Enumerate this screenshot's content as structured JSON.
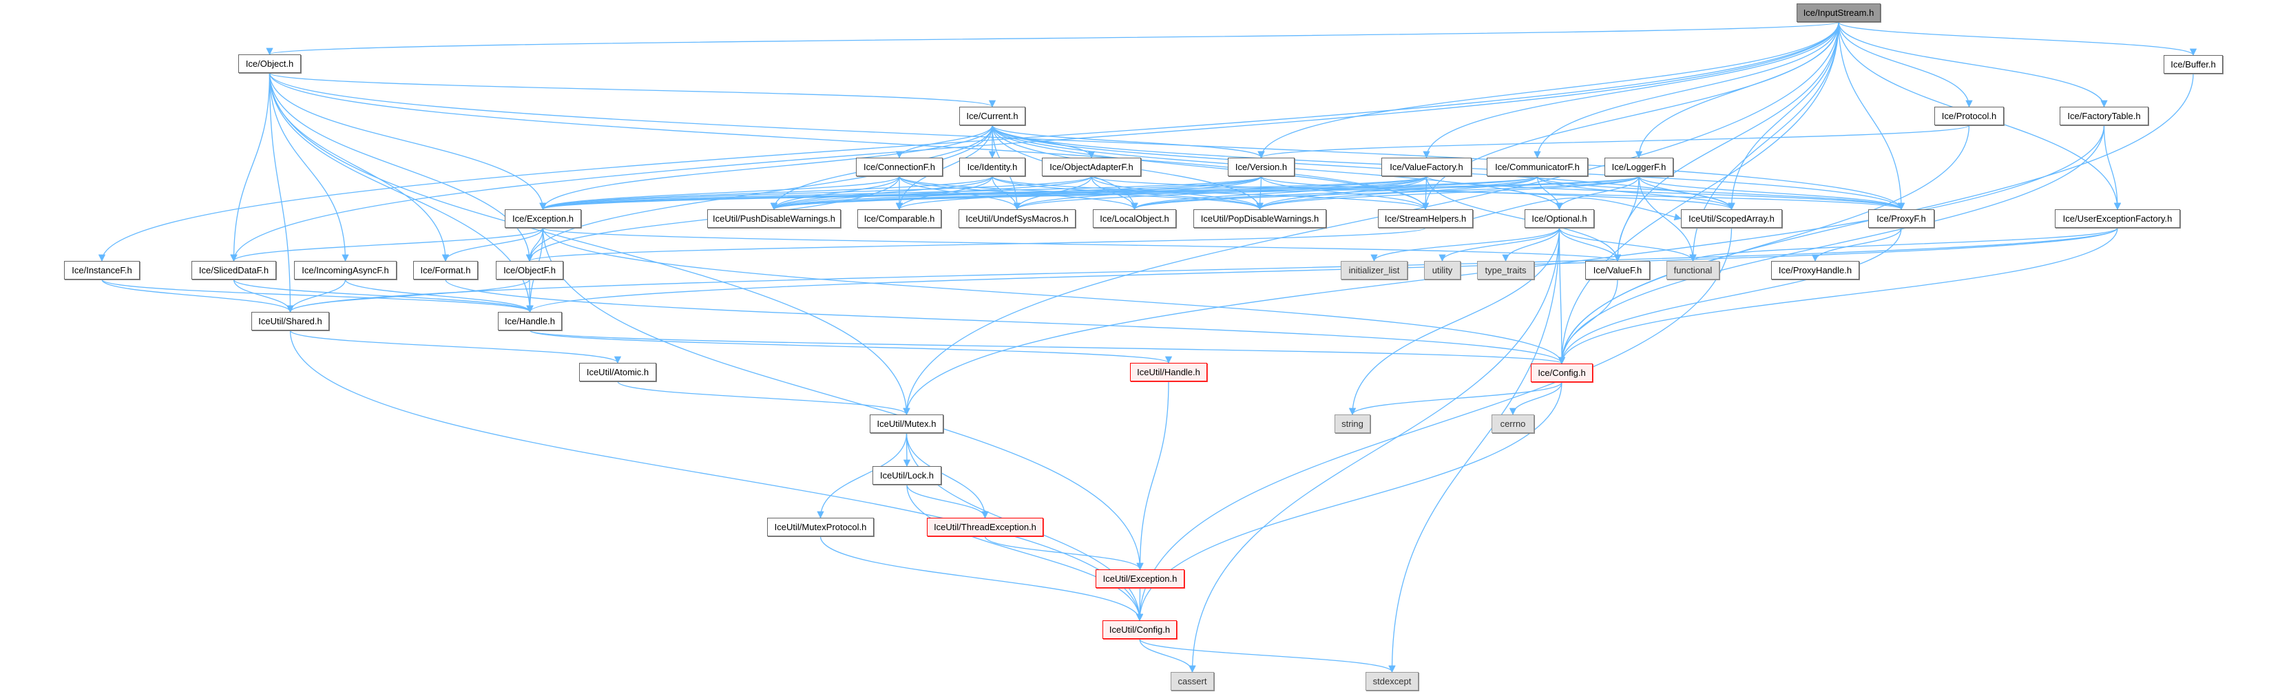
{
  "colors": {
    "edge": "#63B8FF",
    "root_fill": "#999999",
    "red_border": "#FF0000",
    "red_fill": "#FFF0F0",
    "system_fill": "#E0E0E0"
  },
  "nodes": [
    {
      "id": "root",
      "label": "Ice/InputStream.h",
      "kind": "root"
    },
    {
      "id": "object",
      "label": "Ice/Object.h",
      "kind": "normal"
    },
    {
      "id": "current",
      "label": "Ice/Current.h",
      "kind": "normal"
    },
    {
      "id": "protocol",
      "label": "Ice/Protocol.h",
      "kind": "normal"
    },
    {
      "id": "factorytable",
      "label": "Ice/FactoryTable.h",
      "kind": "normal"
    },
    {
      "id": "buffer",
      "label": "Ice/Buffer.h",
      "kind": "normal"
    },
    {
      "id": "connectionf",
      "label": "Ice/ConnectionF.h",
      "kind": "normal"
    },
    {
      "id": "identity",
      "label": "Ice/Identity.h",
      "kind": "normal"
    },
    {
      "id": "objectadapterf",
      "label": "Ice/ObjectAdapterF.h",
      "kind": "normal"
    },
    {
      "id": "version",
      "label": "Ice/Version.h",
      "kind": "normal"
    },
    {
      "id": "valuefactory",
      "label": "Ice/ValueFactory.h",
      "kind": "normal"
    },
    {
      "id": "communicatorf",
      "label": "Ice/CommunicatorF.h",
      "kind": "normal"
    },
    {
      "id": "loggerf",
      "label": "Ice/LoggerF.h",
      "kind": "normal"
    },
    {
      "id": "exception",
      "label": "Ice/Exception.h",
      "kind": "normal"
    },
    {
      "id": "pushdisable",
      "label": "IceUtil/PushDisableWarnings.h",
      "kind": "normal"
    },
    {
      "id": "comparable",
      "label": "Ice/Comparable.h",
      "kind": "normal"
    },
    {
      "id": "undefsys",
      "label": "IceUtil/UndefSysMacros.h",
      "kind": "normal"
    },
    {
      "id": "localobject",
      "label": "Ice/LocalObject.h",
      "kind": "normal"
    },
    {
      "id": "popdisable",
      "label": "IceUtil/PopDisableWarnings.h",
      "kind": "normal"
    },
    {
      "id": "streamhelpers",
      "label": "Ice/StreamHelpers.h",
      "kind": "normal"
    },
    {
      "id": "optional",
      "label": "Ice/Optional.h",
      "kind": "normal"
    },
    {
      "id": "scopedarray",
      "label": "IceUtil/ScopedArray.h",
      "kind": "normal"
    },
    {
      "id": "proxyf",
      "label": "Ice/ProxyF.h",
      "kind": "normal"
    },
    {
      "id": "userexcfactory",
      "label": "Ice/UserExceptionFactory.h",
      "kind": "normal"
    },
    {
      "id": "instancef",
      "label": "Ice/InstanceF.h",
      "kind": "normal"
    },
    {
      "id": "sliceddataf",
      "label": "Ice/SlicedDataF.h",
      "kind": "normal"
    },
    {
      "id": "incomingasyncf",
      "label": "Ice/IncomingAsyncF.h",
      "kind": "normal"
    },
    {
      "id": "format",
      "label": "Ice/Format.h",
      "kind": "normal"
    },
    {
      "id": "objectf",
      "label": "Ice/ObjectF.h",
      "kind": "normal"
    },
    {
      "id": "initlist",
      "label": "initializer_list",
      "kind": "system"
    },
    {
      "id": "utility",
      "label": "utility",
      "kind": "system"
    },
    {
      "id": "typetraits",
      "label": "type_traits",
      "kind": "system"
    },
    {
      "id": "valuef",
      "label": "Ice/ValueF.h",
      "kind": "normal"
    },
    {
      "id": "functional",
      "label": "functional",
      "kind": "system"
    },
    {
      "id": "proxyhandle",
      "label": "Ice/ProxyHandle.h",
      "kind": "normal"
    },
    {
      "id": "shared",
      "label": "IceUtil/Shared.h",
      "kind": "normal"
    },
    {
      "id": "handle",
      "label": "Ice/Handle.h",
      "kind": "normal"
    },
    {
      "id": "atomic",
      "label": "IceUtil/Atomic.h",
      "kind": "normal"
    },
    {
      "id": "iceutilhandle",
      "label": "IceUtil/Handle.h",
      "kind": "red"
    },
    {
      "id": "config",
      "label": "Ice/Config.h",
      "kind": "red"
    },
    {
      "id": "mutex",
      "label": "IceUtil/Mutex.h",
      "kind": "normal"
    },
    {
      "id": "string",
      "label": "string",
      "kind": "system"
    },
    {
      "id": "cerrno",
      "label": "cerrno",
      "kind": "system"
    },
    {
      "id": "lock",
      "label": "IceUtil/Lock.h",
      "kind": "normal"
    },
    {
      "id": "mutexprotocol",
      "label": "IceUtil/MutexProtocol.h",
      "kind": "normal"
    },
    {
      "id": "threadexception",
      "label": "IceUtil/ThreadException.h",
      "kind": "red"
    },
    {
      "id": "iceutilexception",
      "label": "IceUtil/Exception.h",
      "kind": "red"
    },
    {
      "id": "iceutilconfig",
      "label": "IceUtil/Config.h",
      "kind": "red"
    },
    {
      "id": "cassert",
      "label": "cassert",
      "kind": "system"
    },
    {
      "id": "stdexcept",
      "label": "stdexcept",
      "kind": "system"
    }
  ],
  "edges": [
    [
      "root",
      "object"
    ],
    [
      "root",
      "instancef"
    ],
    [
      "root",
      "sliceddataf"
    ],
    [
      "root",
      "mutex"
    ],
    [
      "root",
      "communicatorf"
    ],
    [
      "root",
      "loggerf"
    ],
    [
      "root",
      "valuefactory"
    ],
    [
      "root",
      "proxyf"
    ],
    [
      "root",
      "streamhelpers"
    ],
    [
      "root",
      "userexcfactory"
    ],
    [
      "root",
      "protocol"
    ],
    [
      "root",
      "factorytable"
    ],
    [
      "root",
      "buffer"
    ],
    [
      "root",
      "version"
    ],
    [
      "root",
      "valuef"
    ],
    [
      "root",
      "config"
    ],
    [
      "root",
      "scopedarray"
    ],
    [
      "root",
      "functional"
    ],
    [
      "object",
      "current"
    ],
    [
      "object",
      "objectf"
    ],
    [
      "object",
      "format"
    ],
    [
      "object",
      "incomingasyncf"
    ],
    [
      "object",
      "sliceddataf"
    ],
    [
      "object",
      "shared"
    ],
    [
      "object",
      "proxyf"
    ],
    [
      "object",
      "streamhelpers"
    ],
    [
      "object",
      "mutex"
    ],
    [
      "object",
      "handle"
    ],
    [
      "object",
      "exception"
    ],
    [
      "current",
      "connectionf"
    ],
    [
      "current",
      "identity"
    ],
    [
      "current",
      "objectadapterf"
    ],
    [
      "current",
      "version"
    ],
    [
      "current",
      "exception"
    ],
    [
      "current",
      "pushdisable"
    ],
    [
      "current",
      "comparable"
    ],
    [
      "current",
      "undefsys"
    ],
    [
      "current",
      "localobject"
    ],
    [
      "current",
      "popdisable"
    ],
    [
      "current",
      "streamhelpers"
    ],
    [
      "current",
      "scopedarray"
    ],
    [
      "current",
      "proxyf"
    ],
    [
      "current",
      "optional"
    ],
    [
      "current",
      "objectf"
    ],
    [
      "connectionf",
      "pushdisable"
    ],
    [
      "connectionf",
      "comparable"
    ],
    [
      "connectionf",
      "undefsys"
    ],
    [
      "connectionf",
      "localobject"
    ],
    [
      "connectionf",
      "popdisable"
    ],
    [
      "connectionf",
      "exception"
    ],
    [
      "connectionf",
      "objectf"
    ],
    [
      "identity",
      "pushdisable"
    ],
    [
      "identity",
      "comparable"
    ],
    [
      "identity",
      "undefsys"
    ],
    [
      "identity",
      "popdisable"
    ],
    [
      "identity",
      "streamhelpers"
    ],
    [
      "identity",
      "exception"
    ],
    [
      "objectadapterf",
      "pushdisable"
    ],
    [
      "objectadapterf",
      "undefsys"
    ],
    [
      "objectadapterf",
      "localobject"
    ],
    [
      "objectadapterf",
      "popdisable"
    ],
    [
      "objectadapterf",
      "exception"
    ],
    [
      "objectadapterf",
      "proxyf"
    ],
    [
      "version",
      "pushdisable"
    ],
    [
      "version",
      "comparable"
    ],
    [
      "version",
      "undefsys"
    ],
    [
      "version",
      "popdisable"
    ],
    [
      "version",
      "streamhelpers"
    ],
    [
      "version",
      "exception"
    ],
    [
      "version",
      "scopedarray"
    ],
    [
      "valuefactory",
      "pushdisable"
    ],
    [
      "valuefactory",
      "undefsys"
    ],
    [
      "valuefactory",
      "localobject"
    ],
    [
      "valuefactory",
      "popdisable"
    ],
    [
      "valuefactory",
      "streamhelpers"
    ],
    [
      "valuefactory",
      "exception"
    ],
    [
      "valuefactory",
      "valuef"
    ],
    [
      "valuefactory",
      "proxyf"
    ],
    [
      "communicatorf",
      "pushdisable"
    ],
    [
      "communicatorf",
      "localobject"
    ],
    [
      "communicatorf",
      "popdisable"
    ],
    [
      "communicatorf",
      "optional"
    ],
    [
      "communicatorf",
      "exception"
    ],
    [
      "communicatorf",
      "proxyf"
    ],
    [
      "communicatorf",
      "scopedarray"
    ],
    [
      "loggerf",
      "pushdisable"
    ],
    [
      "loggerf",
      "localobject"
    ],
    [
      "loggerf",
      "popdisable"
    ],
    [
      "loggerf",
      "optional"
    ],
    [
      "loggerf",
      "exception"
    ],
    [
      "loggerf",
      "proxyf"
    ],
    [
      "loggerf",
      "scopedarray"
    ],
    [
      "loggerf",
      "functional"
    ],
    [
      "loggerf",
      "valuef"
    ],
    [
      "exception",
      "objectf"
    ],
    [
      "exception",
      "format"
    ],
    [
      "exception",
      "handle"
    ],
    [
      "exception",
      "sliceddataf"
    ],
    [
      "exception",
      "config"
    ],
    [
      "exception",
      "iceutilexception"
    ],
    [
      "exception",
      "valuef"
    ],
    [
      "streamhelpers",
      "objectf"
    ],
    [
      "streamhelpers",
      "scopedarray"
    ],
    [
      "optional",
      "initlist"
    ],
    [
      "optional",
      "utility"
    ],
    [
      "optional",
      "typetraits"
    ],
    [
      "optional",
      "functional"
    ],
    [
      "optional",
      "string"
    ],
    [
      "optional",
      "stdexcept"
    ],
    [
      "optional",
      "cassert"
    ],
    [
      "optional",
      "valuef"
    ],
    [
      "optional",
      "config"
    ],
    [
      "scopedarray",
      "iceutilconfig"
    ],
    [
      "proxyf",
      "proxyhandle"
    ],
    [
      "proxyf",
      "config"
    ],
    [
      "valuef",
      "config"
    ],
    [
      "userexcfactory",
      "shared"
    ],
    [
      "userexcfactory",
      "handle"
    ],
    [
      "userexcfactory",
      "config"
    ],
    [
      "userexcfactory",
      "functional"
    ],
    [
      "factorytable",
      "userexcfactory"
    ],
    [
      "factorytable",
      "mutex"
    ],
    [
      "factorytable",
      "config"
    ],
    [
      "buffer",
      "config"
    ],
    [
      "protocol",
      "config"
    ],
    [
      "protocol",
      "version"
    ],
    [
      "instancef",
      "shared"
    ],
    [
      "instancef",
      "handle"
    ],
    [
      "sliceddataf",
      "shared"
    ],
    [
      "sliceddataf",
      "handle"
    ],
    [
      "incomingasyncf",
      "shared"
    ],
    [
      "incomingasyncf",
      "handle"
    ],
    [
      "format",
      "config"
    ],
    [
      "objectf",
      "shared"
    ],
    [
      "objectf",
      "handle"
    ],
    [
      "shared",
      "atomic"
    ],
    [
      "shared",
      "iceutilconfig"
    ],
    [
      "handle",
      "iceutilhandle"
    ],
    [
      "handle",
      "config"
    ],
    [
      "atomic",
      "mutex"
    ],
    [
      "iceutilhandle",
      "iceutilexception"
    ],
    [
      "config",
      "string"
    ],
    [
      "config",
      "cerrno"
    ],
    [
      "config",
      "iceutilconfig"
    ],
    [
      "mutex",
      "lock"
    ],
    [
      "mutex",
      "threadexception"
    ],
    [
      "mutex",
      "mutexprotocol"
    ],
    [
      "mutex",
      "iceutilconfig"
    ],
    [
      "lock",
      "threadexception"
    ],
    [
      "lock",
      "iceutilconfig"
    ],
    [
      "threadexception",
      "iceutilexception"
    ],
    [
      "mutexprotocol",
      "iceutilconfig"
    ],
    [
      "iceutilexception",
      "iceutilconfig"
    ],
    [
      "iceutilconfig",
      "cassert"
    ],
    [
      "iceutilconfig",
      "stdexcept"
    ]
  ]
}
